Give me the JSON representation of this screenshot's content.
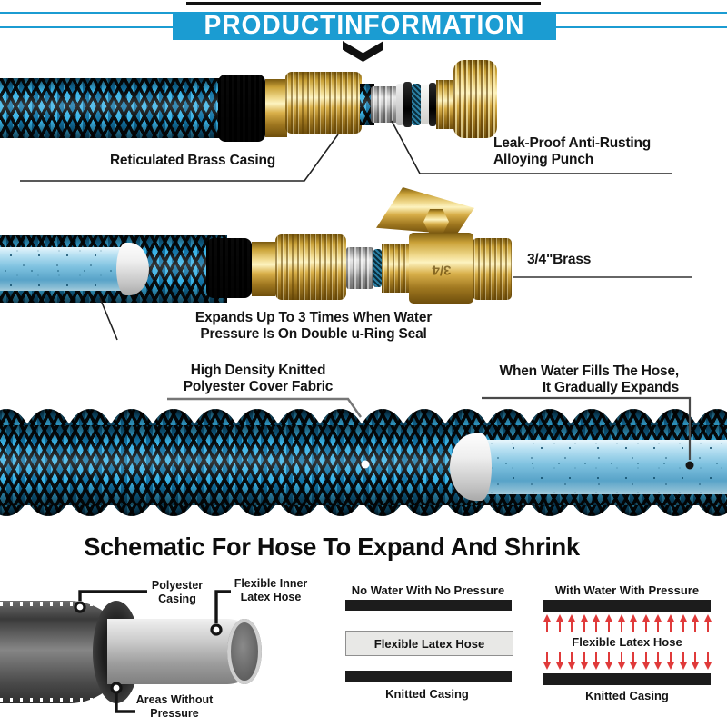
{
  "header": {
    "title": "PRODUCTINFORMATION",
    "banner_color": "#1b9cd2"
  },
  "fitting_section": {
    "brass_casing_label": "Reticulated Brass Casing",
    "alloy_label_line1": "Leak-Proof Anti-Rusting",
    "alloy_label_line2": "Alloying Punch"
  },
  "valve_section": {
    "brass_size_label": "3/4\"Brass",
    "valve_stamp": "3/4",
    "expand_label_line1": "Expands Up To 3 Times When Water",
    "expand_label_line2": "Pressure Is On Double u-Ring Seal"
  },
  "expanded_section": {
    "knitted_label_line1": "High Density Knitted",
    "knitted_label_line2": "Polyester Cover Fabric",
    "fills_label_line1": "When Water Fills The Hose,",
    "fills_label_line2": "It Gradually Expands"
  },
  "schematic": {
    "heading": "Schematic For Hose To Expand And Shrink",
    "cross_section": {
      "polyester_label_line1": "Polyester",
      "polyester_label_line2": "Casing",
      "latex_label_line1": "Flexible Inner",
      "latex_label_line2": "Latex Hose",
      "areas_label_line1": "Areas Without",
      "areas_label_line2": "Pressure"
    },
    "no_pressure_column": {
      "title": "No Water With No Pressure",
      "latex_label": "Flexible Latex Hose",
      "casing_label": "Knitted Casing"
    },
    "with_pressure_column": {
      "title": "With Water With Pressure",
      "latex_label": "Flexible Latex Hose",
      "casing_label": "Knitted Casing",
      "arrow_count": 14,
      "arrow_color": "#e03a3a"
    }
  },
  "colors": {
    "hose_blue": "#2ba4dc",
    "brass_gold": "#d9b04a",
    "accent_cyan": "#1b9cd2"
  }
}
